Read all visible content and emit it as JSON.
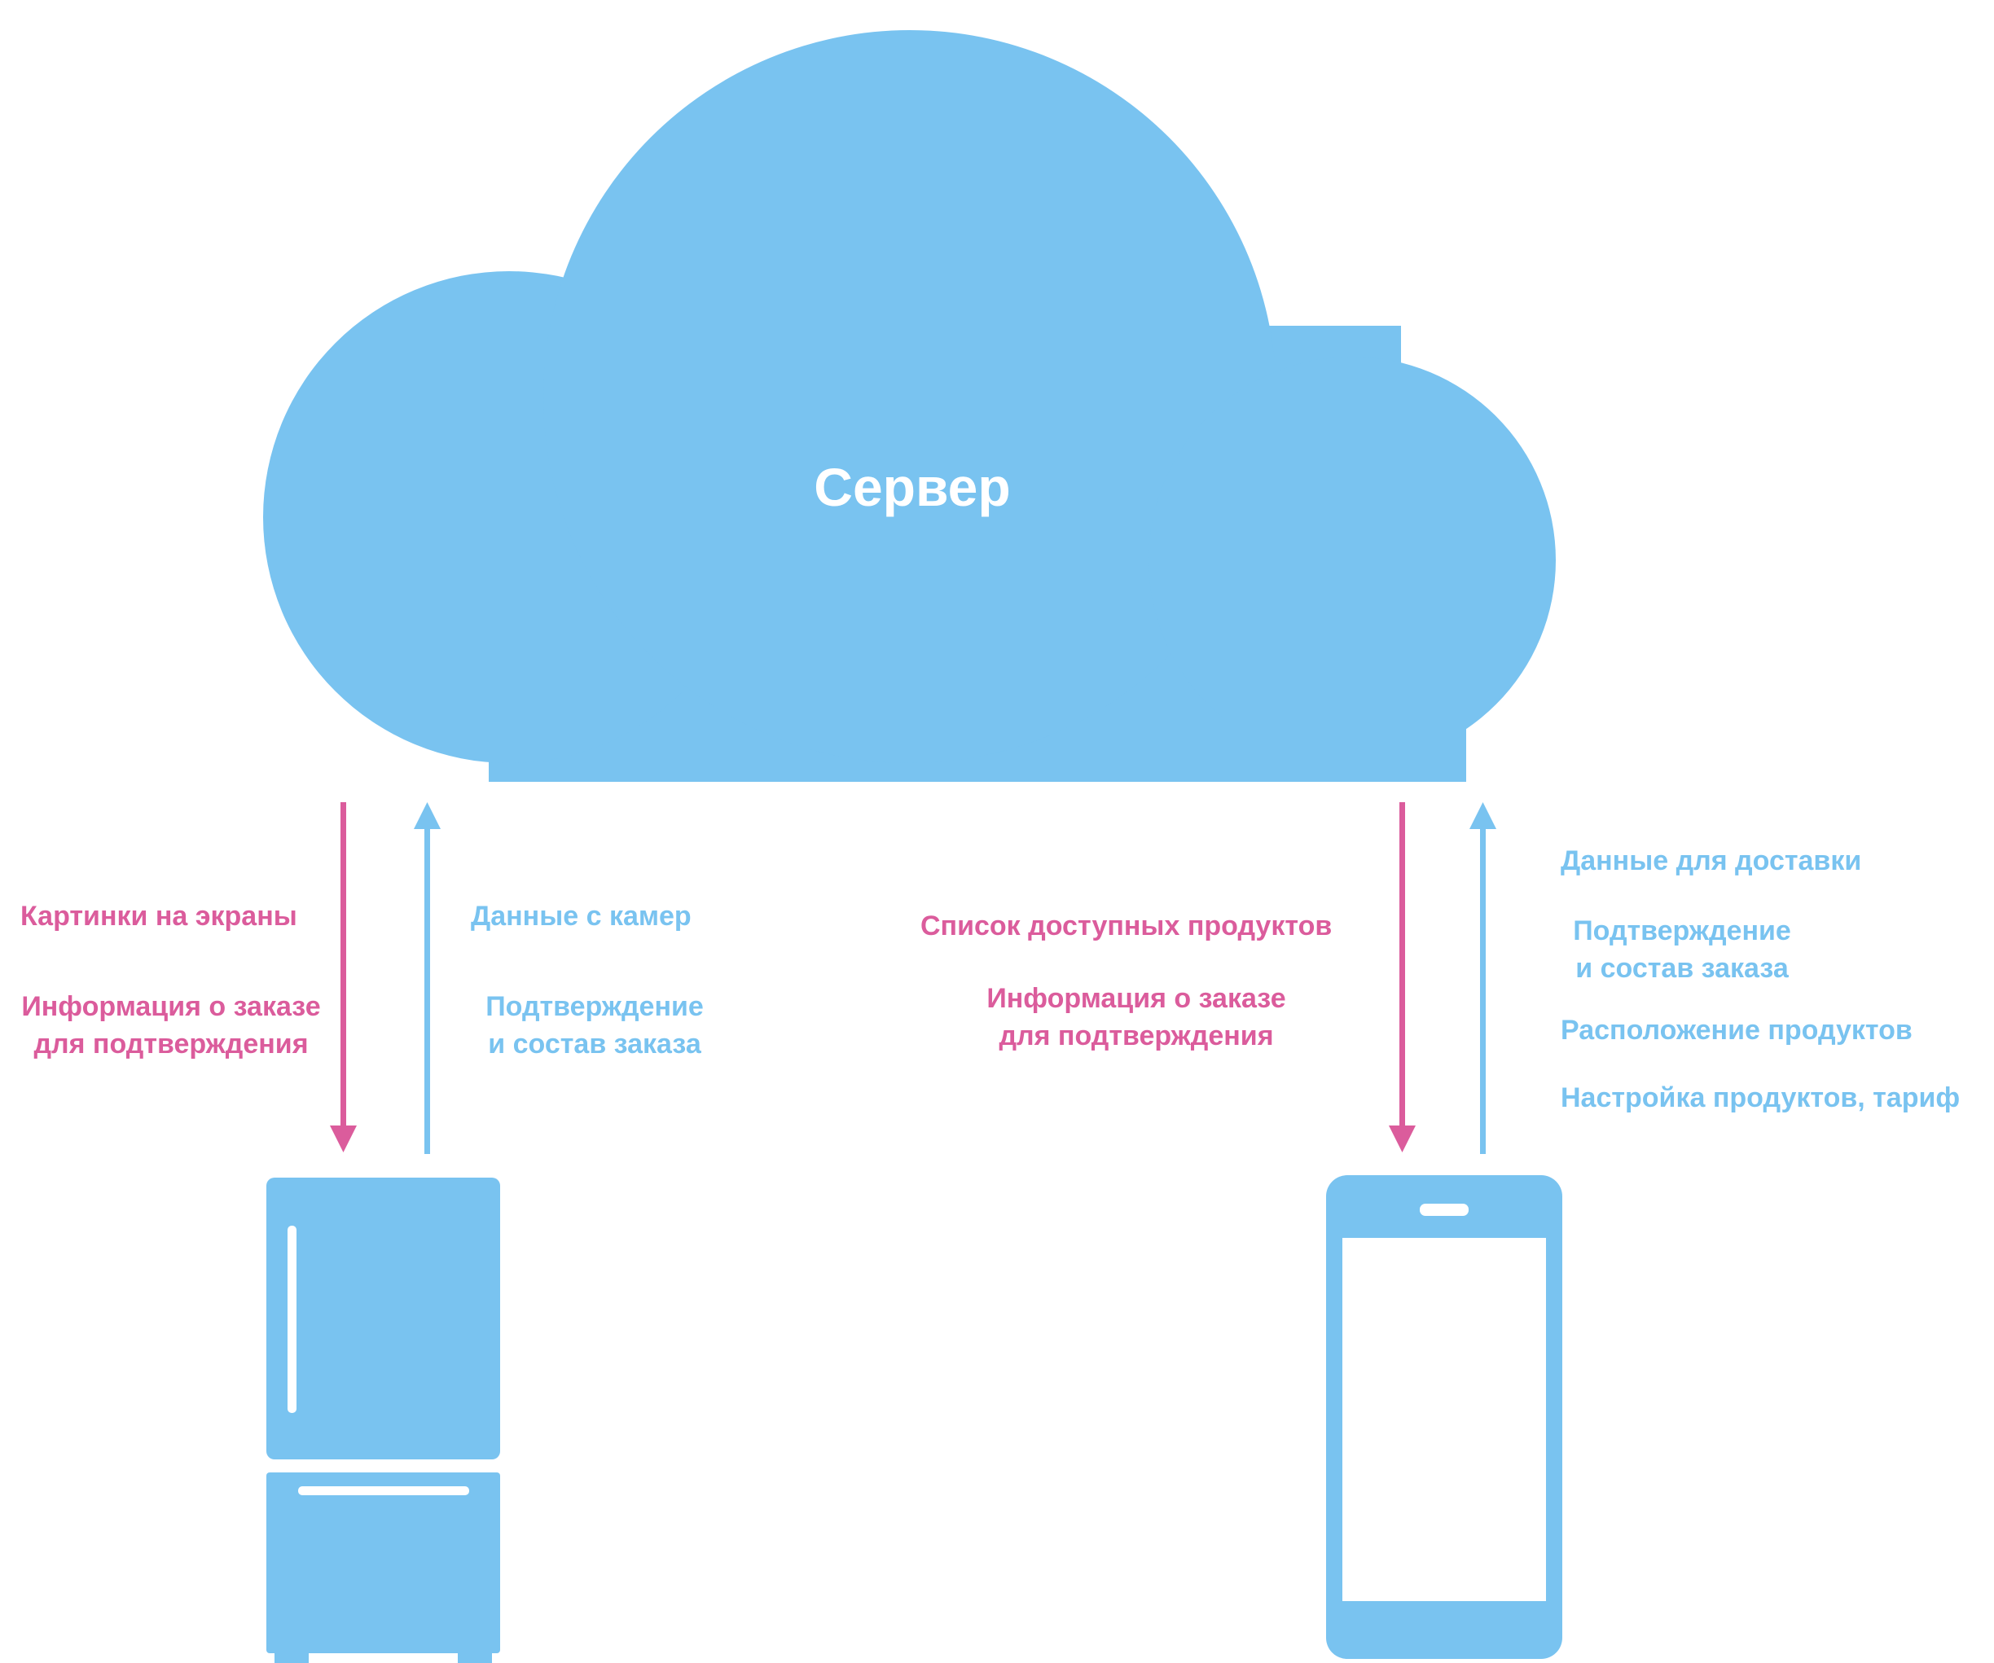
{
  "colors": {
    "cloud": "#79C3F0",
    "pink": "#DB5C9C",
    "blue": "#79C3F0",
    "background": "#FFFFFF"
  },
  "server": {
    "label": "Сервер",
    "icon": "cloud-icon"
  },
  "fridge": {
    "icon": "fridge-icon",
    "down_labels": [
      "Картинки на экраны",
      "Информация о заказе\nдля подтверждения"
    ],
    "up_labels": [
      "Данные с камер",
      "Подтверждение\nи состав заказа"
    ]
  },
  "phone": {
    "icon": "smartphone-icon",
    "down_labels": [
      "Список доступных продуктов",
      "Информация о заказе\nдля подтверждения"
    ],
    "up_labels": [
      "Данные для доставки",
      "Подтверждение\nи состав заказа",
      "Расположение продуктов",
      "Настройка продуктов, тариф"
    ]
  }
}
